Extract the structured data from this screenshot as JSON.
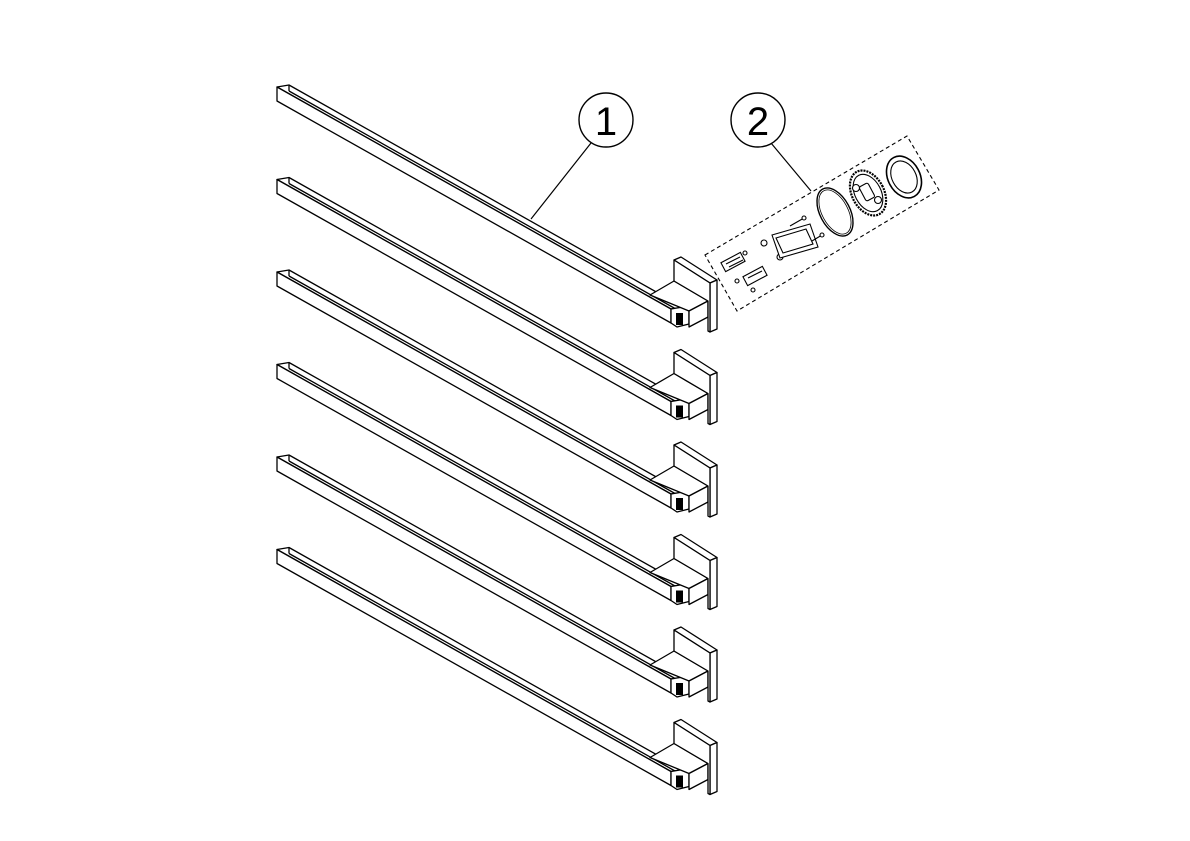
{
  "callouts": [
    {
      "label": "1"
    },
    {
      "label": "2"
    }
  ],
  "diagram": {
    "bar_count": 6
  }
}
